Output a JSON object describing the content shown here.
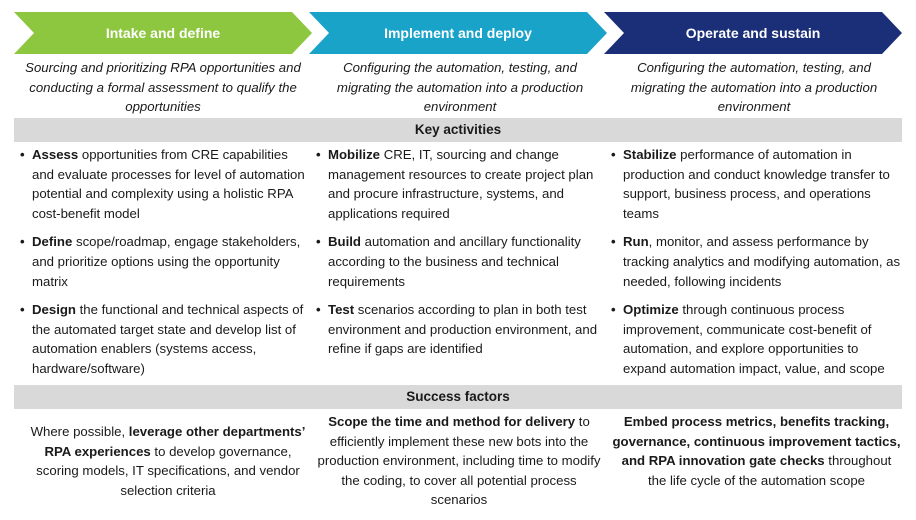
{
  "colors": {
    "green": "#8dc63f",
    "teal": "#1aa3c9",
    "navy": "#1b2f78",
    "band": "#d9d9d9"
  },
  "phases": [
    {
      "title": "Intake and define",
      "description": "Sourcing and prioritizing RPA opportunities and conducting a formal assessment to qualify the opportunities"
    },
    {
      "title": "Implement and deploy",
      "description": "Configuring the automation, testing, and migrating the automation into a production environment"
    },
    {
      "title": "Operate and sustain",
      "description": "Configuring the automation, testing, and migrating the automation into a production environment"
    }
  ],
  "key_activities_label": "Key activities",
  "activities": [
    [
      {
        "lead": "Assess",
        "text": " opportunities from CRE capabilities and evaluate processes for level of automation potential and complexity using a holistic RPA cost-benefit model"
      },
      {
        "lead": "Define",
        "text": " scope/roadmap, engage stakeholders, and prioritize options using the opportunity matrix"
      },
      {
        "lead": "Design",
        "text": " the functional and technical aspects of the automated target state and develop list of automation enablers (systems access, hardware/software)"
      }
    ],
    [
      {
        "lead": "Mobilize",
        "text": " CRE, IT, sourcing and change management resources to create project plan and procure infrastructure, systems, and applications required"
      },
      {
        "lead": "Build",
        "text": " automation and ancillary functionality according to the business and technical requirements"
      },
      {
        "lead": "Test",
        "text": " scenarios according to plan in both test environment and production environment, and refine if gaps are identified"
      }
    ],
    [
      {
        "lead": "Stabilize",
        "text": " performance of automation in production and conduct knowledge transfer to support, business process, and operations teams"
      },
      {
        "lead": "Run",
        "text": ", monitor, and assess performance by tracking analytics and modifying automation, as needed, following incidents"
      },
      {
        "lead": "Optimize",
        "text": " through continuous process improvement, communicate cost-benefit of automation, and explore opportunities to expand automation impact, value, and scope"
      }
    ]
  ],
  "bullet_char": "•",
  "success_factors_label": "Success factors",
  "success": [
    {
      "pre": "Where possible, ",
      "bold": "leverage other departments’ RPA experiences",
      "post": " to develop governance, scoring models, IT specifications, and vendor selection criteria"
    },
    {
      "pre": "",
      "bold": "Scope the time and method for delivery",
      "post": " to efficiently implement these new bots into the production environment, including time to modify the coding, to cover all potential process scenarios"
    },
    {
      "pre": "",
      "bold": "Embed process metrics, benefits tracking, governance, continuous improvement tactics, and RPA innovation gate checks",
      "post": " throughout the life cycle of the automation scope"
    }
  ]
}
